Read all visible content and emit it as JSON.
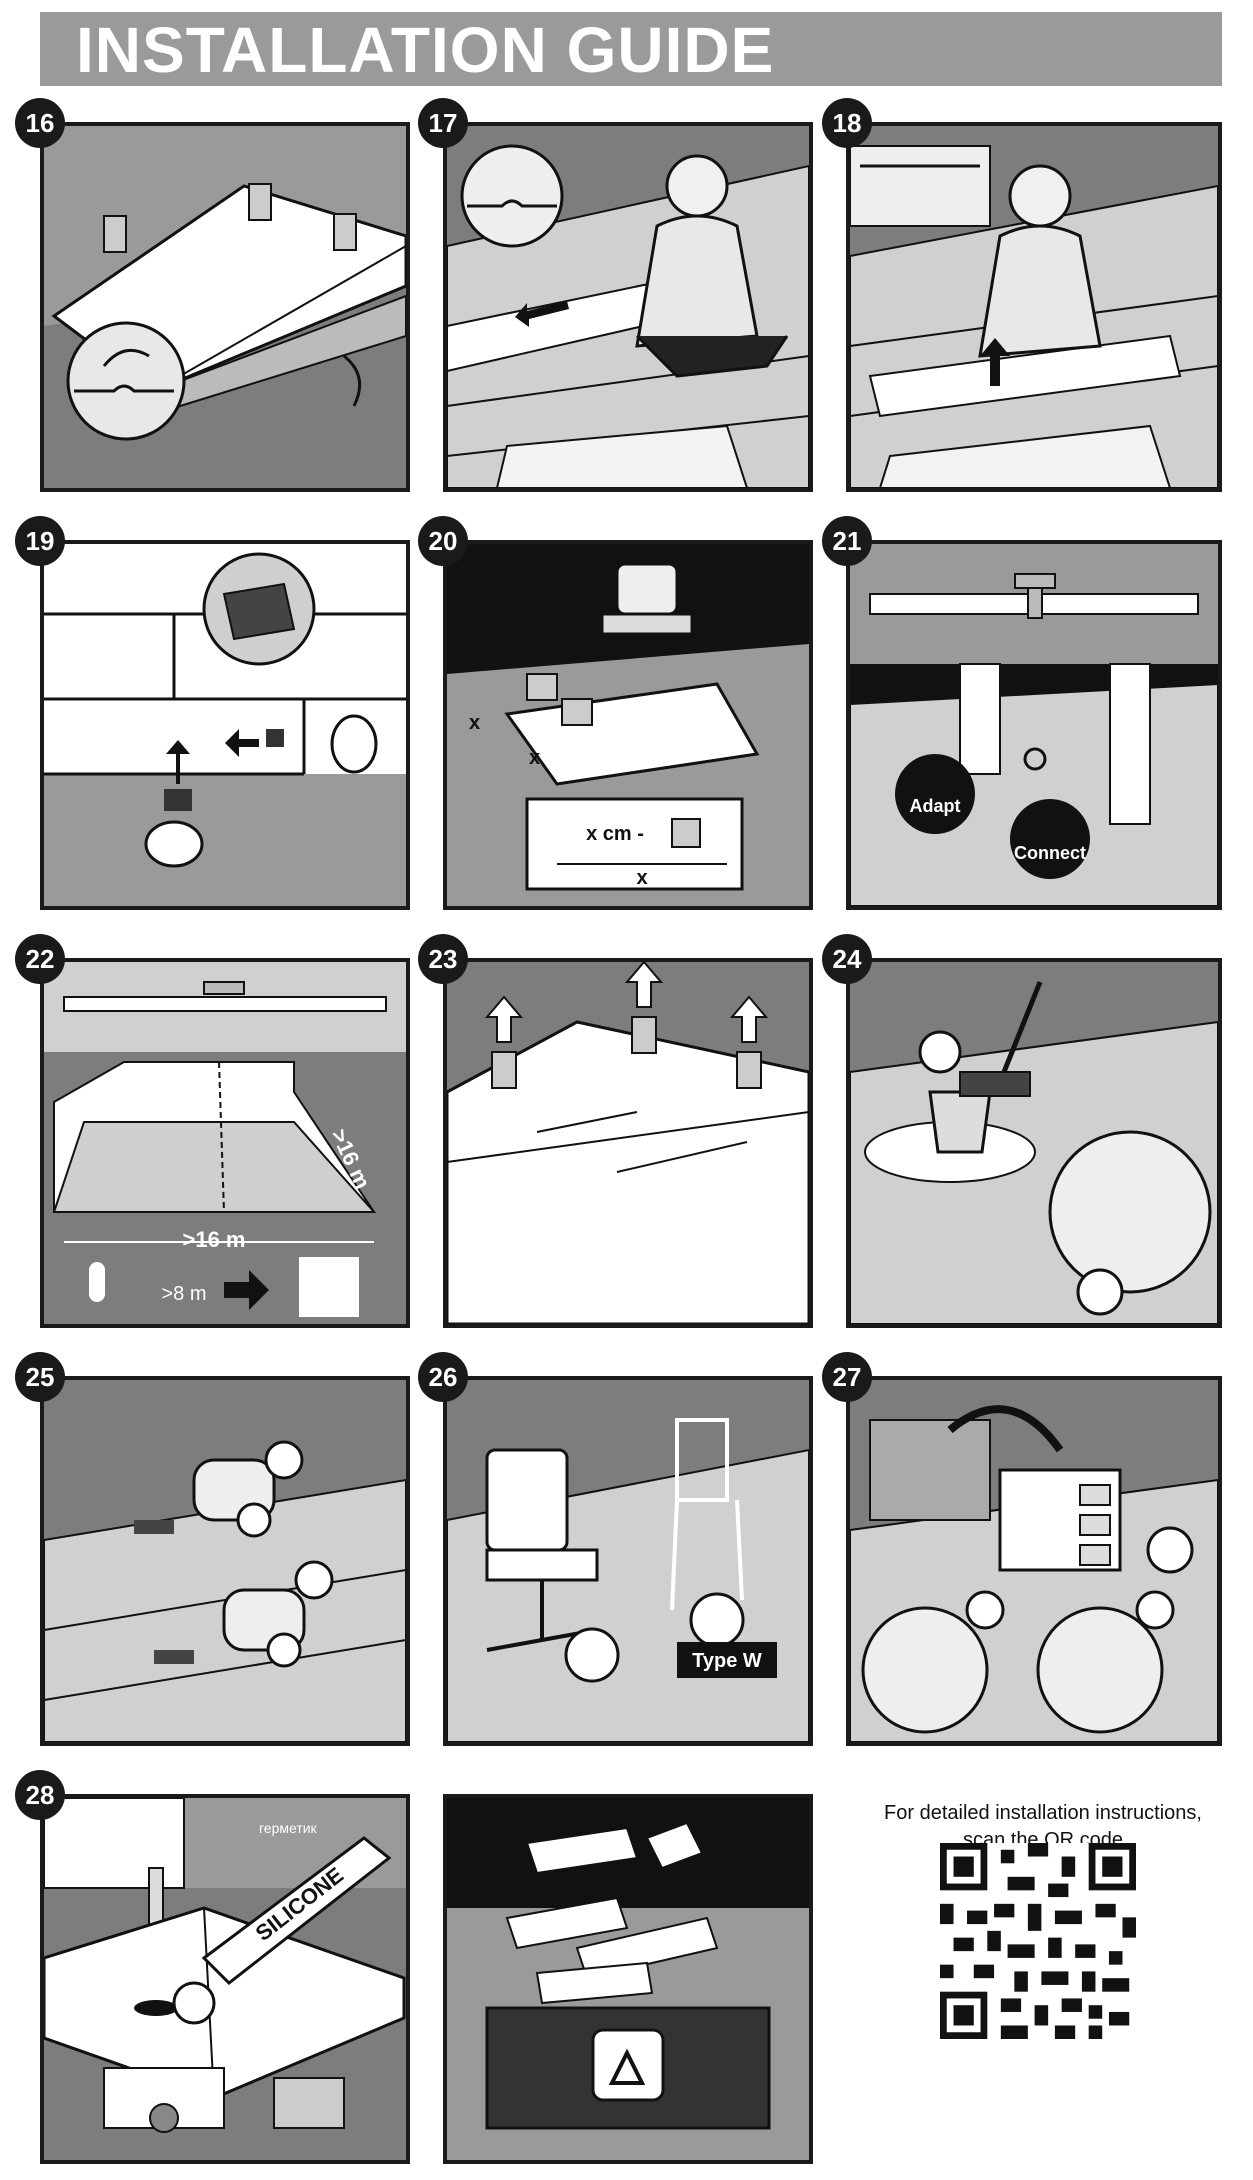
{
  "header": {
    "title": "INSTALLATION GUIDE"
  },
  "steps": [
    {
      "number": "16"
    },
    {
      "number": "17"
    },
    {
      "number": "18"
    },
    {
      "number": "19"
    },
    {
      "number": "20"
    },
    {
      "number": "21"
    },
    {
      "number": "22"
    },
    {
      "number": "23"
    },
    {
      "number": "24"
    },
    {
      "number": "25"
    },
    {
      "number": "26"
    },
    {
      "number": "27"
    },
    {
      "number": "28"
    }
  ],
  "labels": {
    "step20_measure_a": "x",
    "step20_measure_b": "x",
    "step20_formula": "x cm -",
    "step20_measure_c": "x",
    "step21_adapt": "Adapt",
    "step21_connect": "Connect",
    "step22_depth": ">16 m",
    "step22_width": ">16 m",
    "step22_distance": ">8 m",
    "step26_caster": "Type W",
    "step28_sealant_ru": "герметик",
    "step28_sealant": "SILICONE"
  },
  "qr_section": {
    "line1": "For detailed installation instructions,",
    "line2": "scan the QR code"
  },
  "colors": {
    "dark": "#1a1a1a",
    "mid": "#7d7d7d",
    "light": "#d0d0d0",
    "paper": "#ffffff",
    "header": "#9a9a9a"
  }
}
